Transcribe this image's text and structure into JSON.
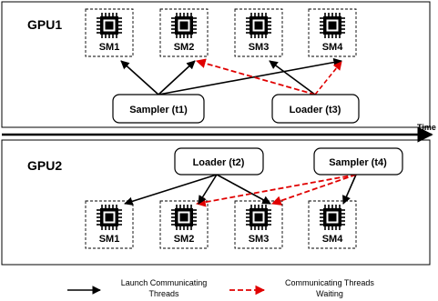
{
  "gpu1": {
    "title": "GPU1",
    "sms": [
      "SM1",
      "SM2",
      "SM3",
      "SM4"
    ],
    "threads": {
      "sampler": "Sampler (t1)",
      "loader": "Loader (t3)"
    }
  },
  "gpu2": {
    "title": "GPU2",
    "sms": [
      "SM1",
      "SM2",
      "SM3",
      "SM4"
    ],
    "threads": {
      "loader": "Loader (t2)",
      "sampler": "Sampler (t4)"
    }
  },
  "time_label": "Time",
  "legend": {
    "launch": [
      "Launch Communicating",
      "Threads"
    ],
    "waiting": [
      "Communicating Threads",
      "Waiting"
    ]
  },
  "colors": {
    "launch": "#000000",
    "waiting": "#e00000"
  }
}
